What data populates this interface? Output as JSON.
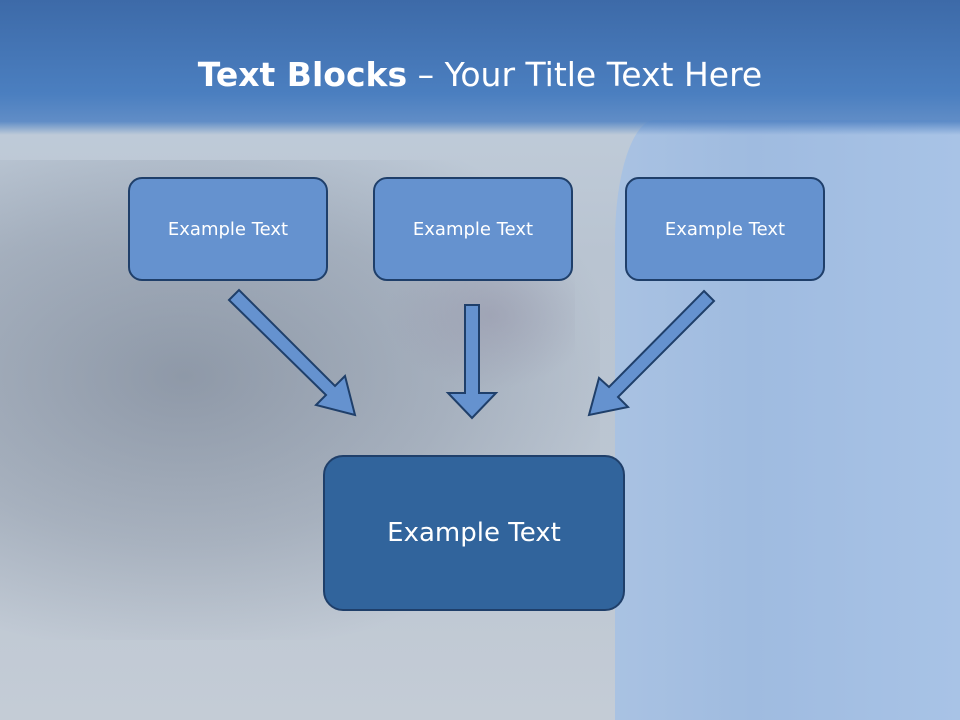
{
  "slide": {
    "title_bold": "Text Blocks",
    "title_dash": " – ",
    "title_rest": "Your Title Text Here"
  },
  "boxes": {
    "left": "Example Text",
    "center": "Example Text",
    "right": "Example Text",
    "bottom": "Example Text"
  },
  "colors": {
    "title_bar": "#4b7fc0",
    "small_box_fill": "#6592cf",
    "big_box_fill": "#31649c",
    "arrow_fill": "#6592cf",
    "outline": "#1f3f6a"
  }
}
